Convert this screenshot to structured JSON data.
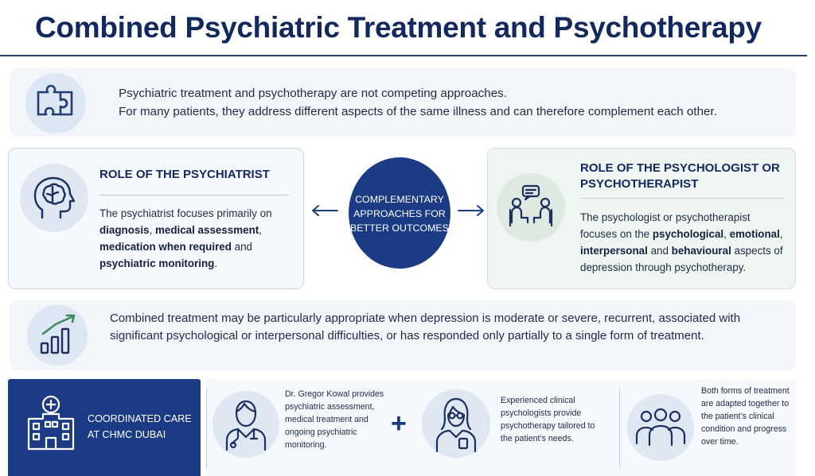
{
  "title": "Combined Psychiatric Treatment and Psychotherapy",
  "intro": {
    "icon": "puzzle-icon",
    "line1": "Psychiatric treatment and psychotherapy are not competing approaches.",
    "line2": "For many patients, they address different aspects of the same illness and can therefore complement each other."
  },
  "psychiatrist": {
    "icon": "brain-head-icon",
    "title": "ROLE OF THE PSYCHIATRIST",
    "lead": "The psychiatrist focuses primarily on",
    "b1": "diagnosis",
    "s1": ", ",
    "b2": "medical assessment",
    "s2": ", ",
    "b3": "medication when required",
    "s3": " and ",
    "b4": "psychiatric monitoring",
    "s4": "."
  },
  "center": {
    "text": "COMPLEMENTARY APPROACHES FOR BETTER OUTCOMES"
  },
  "psychologist": {
    "icon": "conversation-icon",
    "title": "ROLE OF THE PSYCHOLOGIST OR PSYCHOTHERAPIST",
    "lead": "The psychologist or psychotherapist focuses on the ",
    "b1": "psychological",
    "s1": ", ",
    "b2": "emotional",
    "s2": ", ",
    "b3": "interpersonal",
    "s3": " and ",
    "b4": "behavioural",
    "s4": " aspects of depression through psychotherapy."
  },
  "combined": {
    "icon": "growth-chart-icon",
    "text": "Combined treatment may be particularly appropriate when depression is moderate or severe, recurrent, associated with significant psychological or interpersonal difficulties, or has responded only partially to a single form of treatment."
  },
  "care": {
    "icon": "hospital-icon",
    "label": "COORDINATED CARE AT CHMC DUBAI"
  },
  "bottom": {
    "doctor_icon": "doctor-icon",
    "doctor_text": "Dr. Gregor Kowal provides psychiatric assessment, medical treatment and ongoing psychiatric monitoring.",
    "plus": "+",
    "psychologist_icon": "psychologist-icon",
    "psychologist_text": "Experienced clinical psychologists provide psychotherapy tailored to the patient’s needs.",
    "team_icon": "team-icon",
    "team_text": "Both forms of treatment are adapted together to the patient’s clinical condition and progress over time."
  },
  "colors": {
    "navy": "#13285d",
    "accent_blue": "#1b3b85",
    "green_accent": "#3d8a5c"
  }
}
